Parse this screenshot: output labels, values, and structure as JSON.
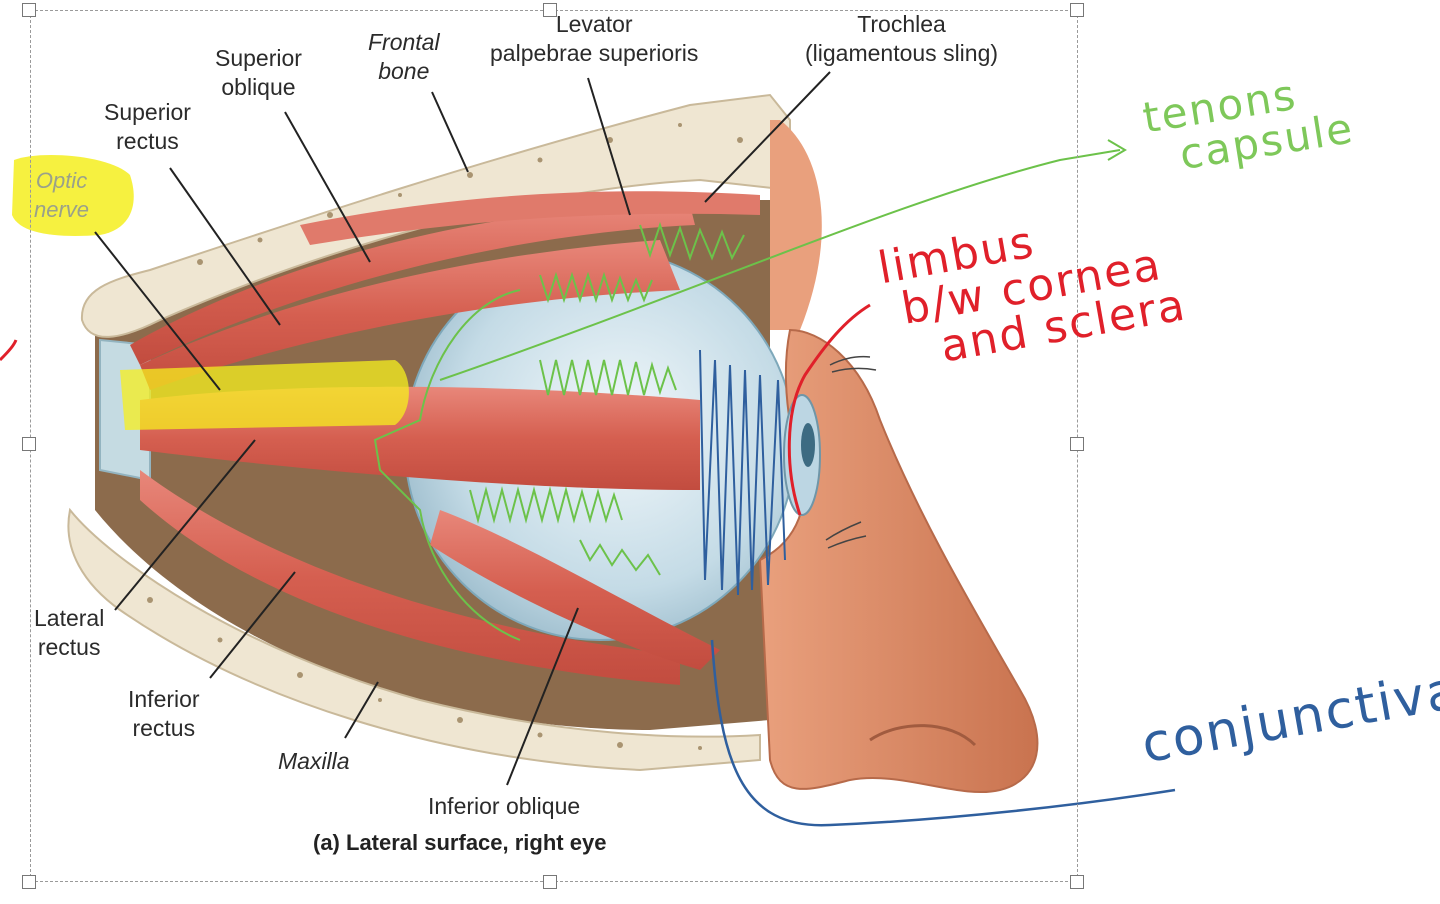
{
  "figure": {
    "caption": "(a) Lateral surface, right eye",
    "labels": {
      "superior_oblique": "Superior\noblique",
      "frontal_bone": "Frontal\nbone",
      "levator": "Levator\npalpebrae superioris",
      "trochlea": "Trochlea\n(ligamentous sling)",
      "superior_rectus": "Superior\nrectus",
      "optic_nerve": "Optic\nnerve",
      "lateral_rectus": "Lateral\nrectus",
      "inferior_rectus": "Inferior\nrectus",
      "maxilla": "Maxilla",
      "inferior_oblique": "Inferior oblique"
    }
  },
  "annotations": {
    "tenons": {
      "text": "tenons\n  capsule",
      "color": "#7ec85a"
    },
    "limbus": {
      "text": "limbus\n b/w cornea\n   and sclera",
      "color": "#e0202a"
    },
    "conjunctiva": {
      "text": "conjunctiva",
      "color": "#2f5f9e"
    },
    "highlight_color": "#f5ef1e"
  },
  "colors": {
    "muscle": "#d9695b",
    "bone": "#efe6d2",
    "sclera": "#cfe2ea",
    "skin": "#dc8a66",
    "orbit_fat": "#b08c66"
  }
}
